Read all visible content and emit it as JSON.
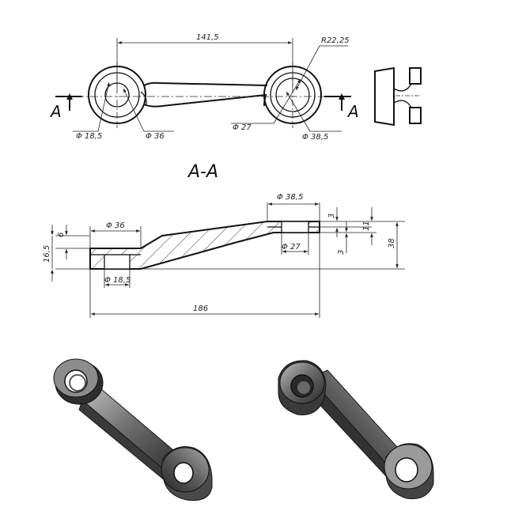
{
  "top_view": {
    "dim_center": "141,5",
    "dim_radius": "R22,25",
    "dim_left_inner": "Φ 18,5",
    "dim_left_outer": "Φ 36",
    "dim_right_inner": "Φ 27",
    "dim_right_outer": "Φ 38,5",
    "section_left": "A",
    "section_right": "A"
  },
  "section_title": "A-A",
  "section_view": {
    "dim_top_dia": "Φ 38,5",
    "dim_bottom_dia": "Φ 27",
    "dim_left_dia": "Φ 36",
    "dim_left_bottom_dia": "Φ 18,5",
    "dim_6": "6",
    "dim_16_5": "16,5",
    "dim_3_top": "3",
    "dim_3_bottom": "3",
    "dim_11": "11",
    "dim_38": "38",
    "dim_186": "186"
  },
  "colors": {
    "line": "#111111",
    "metal_dark": "#2b2b2b",
    "metal_mid": "#6e6e6e",
    "metal_light": "#bdbdbd"
  }
}
